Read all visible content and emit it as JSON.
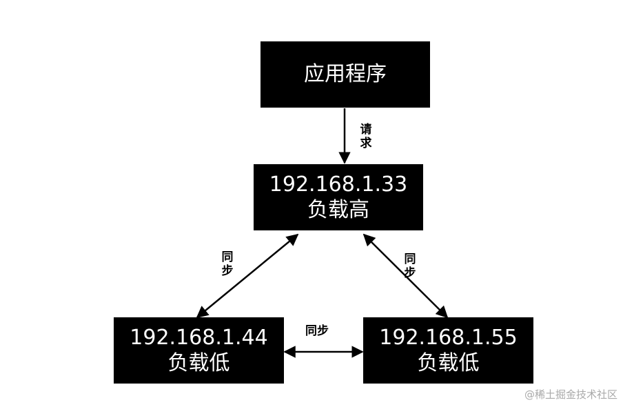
{
  "nodes": {
    "app": {
      "label": "应用程序"
    },
    "server_33": {
      "ip": "192.168.1.33",
      "load": "负载高"
    },
    "server_44": {
      "ip": "192.168.1.44",
      "load": "负载低"
    },
    "server_55": {
      "ip": "192.168.1.55",
      "load": "负载低"
    }
  },
  "edges": {
    "request": "请求",
    "sync_left": "同步",
    "sync_right": "同步",
    "sync_bottom": "同步"
  },
  "watermark": "@稀土掘金技术社区",
  "colors": {
    "node_bg": "#000000",
    "node_text": "#ffffff",
    "arrow": "#000000",
    "watermark": "#a9a9a9"
  }
}
